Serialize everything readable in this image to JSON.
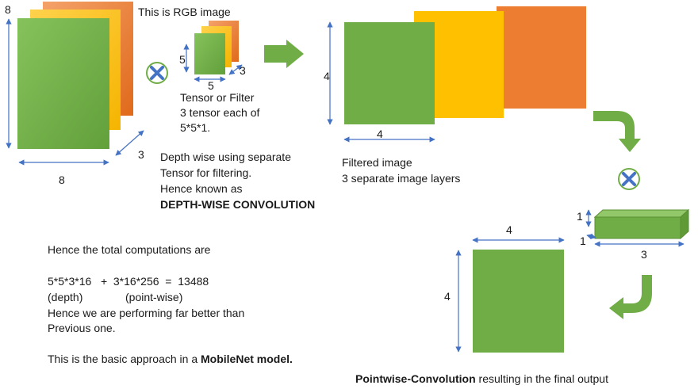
{
  "rgb": {
    "title": "This is RGB image",
    "height_label": "8",
    "width_label": "8",
    "depth_label": "3"
  },
  "filter": {
    "height_label": "5",
    "width_label": "5",
    "depth_label": "3",
    "caption_line1": "Tensor or Filter",
    "caption_line2": "3 tensor each of",
    "caption_line3": "5*5*1."
  },
  "depthwise": {
    "line1": "Depth wise using separate",
    "line2": "Tensor for filtering.",
    "line3": "Hence known as",
    "line4": "DEPTH-WISE CONVOLUTION"
  },
  "filtered": {
    "height_label": "4",
    "width_label": "4",
    "caption_line1": "Filtered image",
    "caption_line2": "3 separate image layers"
  },
  "pointwise_kernel": {
    "height_label": "1",
    "width_label": "1",
    "depth_label": "3"
  },
  "output": {
    "height_label": "4",
    "width_label": "4",
    "caption_bold": "Pointwise-Convolution",
    "caption_rest": " resulting in the final output"
  },
  "summary": {
    "line1": "Hence the total computations are",
    "equation": "5*5*3*16   +  3*16*256  =  13488",
    "depth_label": "(depth)",
    "pointwise_label": "(point-wise)",
    "line4": "Hence we are performing far better than",
    "line5": "Previous one.",
    "final_prefix": "This is the basic approach in a ",
    "final_bold": "MobileNet model."
  },
  "colors": {
    "green": "#70ad47",
    "yellow": "#ffc000",
    "orange": "#ed7d31",
    "arrow_blue": "#4472c4",
    "multiply_blue": "#4472c4"
  }
}
